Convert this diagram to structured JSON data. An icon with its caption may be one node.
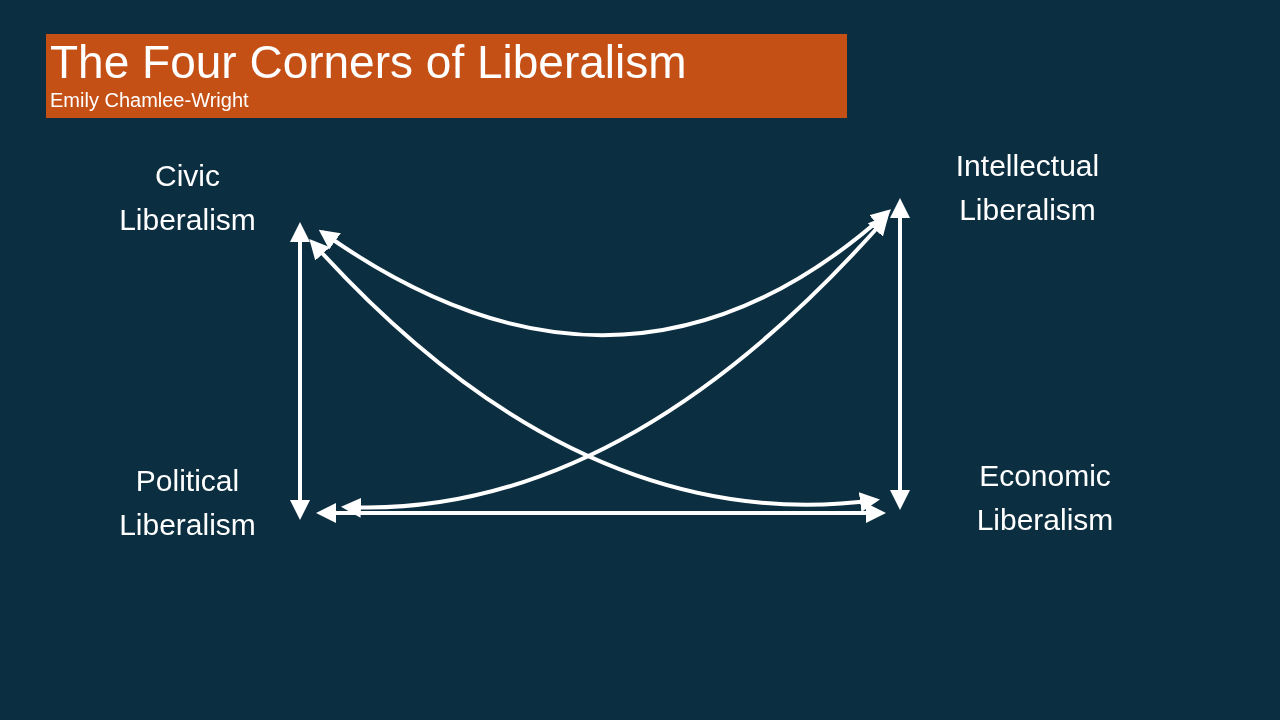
{
  "diagram": {
    "title": "The Four Corners of Liberalism",
    "nodes": [
      {
        "text": [
          "Civic Liberalism"
        ]
      },
      {
        "text": [
          "Intellectual Liberalism"
        ]
      },
      {
        "text": [
          "Political Liberalism"
        ]
      },
      {
        "text": [
          "Economic Liberalism"
        ]
      }
    ],
    "edges": [
      {
        "from": 0,
        "to": 2,
        "arrow": "both"
      },
      {
        "from": 0,
        "to": 1,
        "arrow": "both"
      },
      {
        "from": 0,
        "to": 3,
        "arrow": "both"
      },
      {
        "from": 2,
        "to": 1,
        "arrow": "both"
      },
      {
        "from": 2,
        "to": 3,
        "arrow": "both"
      },
      {
        "from": 1,
        "to": 3,
        "arrow": "both"
      }
    ],
    "labels": [
      "Emily Chamlee-Wright"
    ]
  }
}
